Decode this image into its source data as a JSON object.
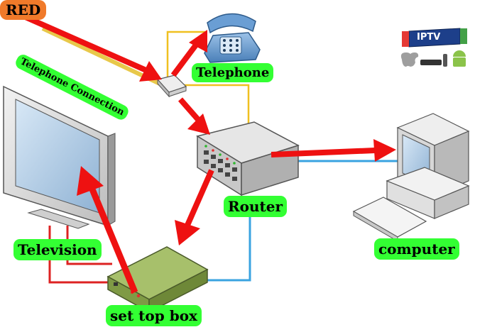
{
  "labels": {
    "red": "RED",
    "telephone_connection": "Telephone Connection",
    "telephone": "Telephone",
    "router": "Router",
    "television": "Television",
    "computer": "computer",
    "set_top_box": "set top box"
  },
  "logo": {
    "text": "IPTV"
  },
  "colors": {
    "arrow": "#ee1111",
    "label_highlight": "#33ff33",
    "red_label_bg": "#f07a2a",
    "phone_line": "#f0c020",
    "network_line": "#3aa3e0",
    "video_line": "#dd2222"
  }
}
